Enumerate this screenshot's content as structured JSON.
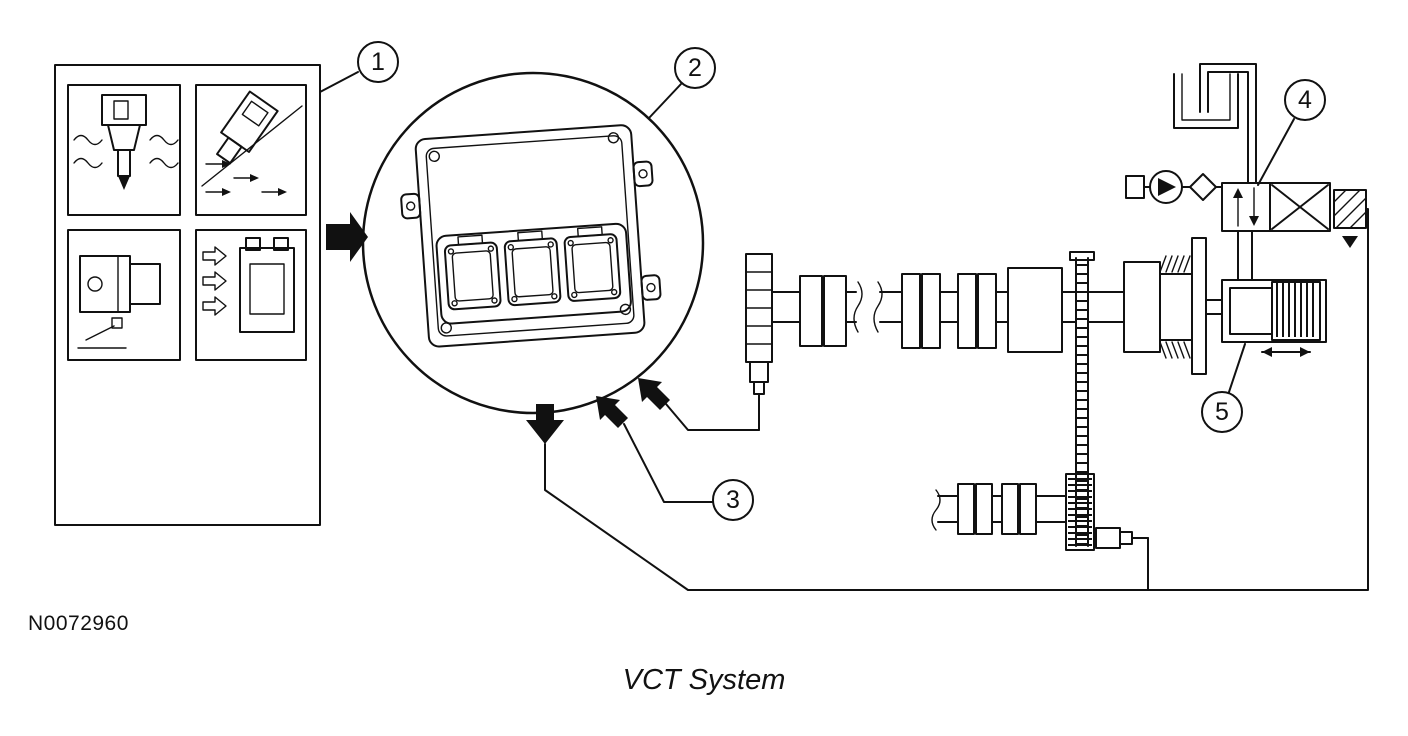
{
  "figure": {
    "id": "N0072960",
    "caption": "VCT System"
  },
  "callouts": {
    "c1": "1",
    "c2": "2",
    "c3": "3",
    "c4": "4",
    "c5": "5"
  },
  "colors": {
    "line": "#111111",
    "background": "#ffffff"
  },
  "legend_icons": {
    "panel": "engine-sensors-panel",
    "module": "powertrain-control-module-pcm",
    "camshaft_upper": "camshaft-with-position-sensor",
    "camshaft_lower": "camshaft-with-position-sensor",
    "valve": "vct-oil-control-solenoid-valve",
    "actuator": "vct-phaser-actuator",
    "reservoir": "oil-reservoir",
    "pump": "oil-pump",
    "chain": "timing-chain"
  }
}
